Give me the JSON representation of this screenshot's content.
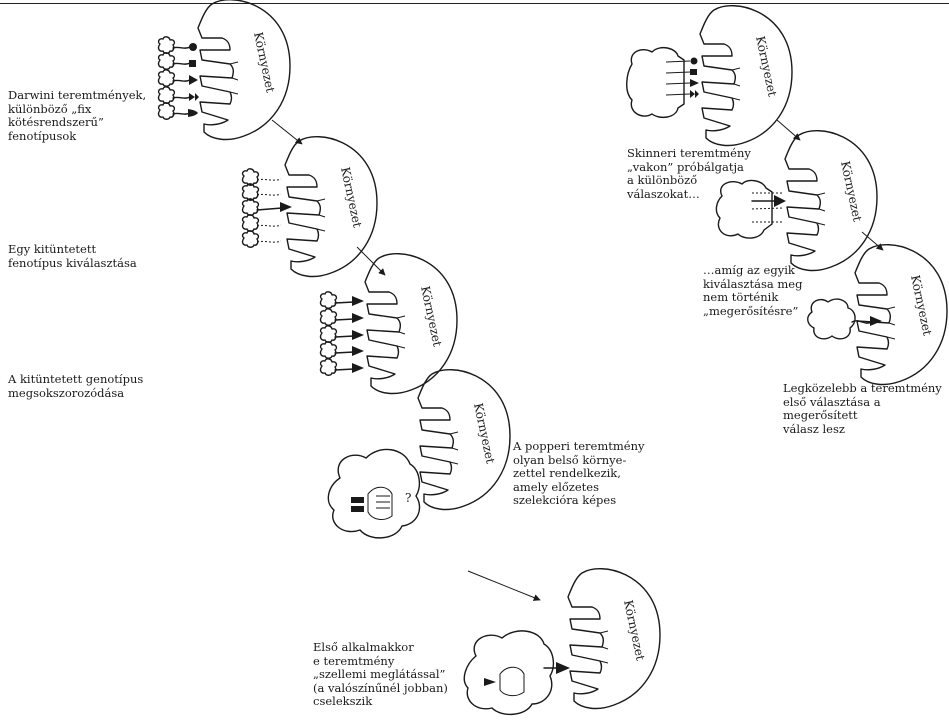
{
  "environment_label": "Környezet",
  "question_mark": "?",
  "labels": {
    "darwin": "Darwini teremtmények,\nkülönböző „fix\nkötésrendszerű”\nfenotípusok",
    "selection": "Egy kitüntetett\nfenotípus kiválasztása",
    "multiplication": "A kitüntetett genotípus\nmegsokszorozódása",
    "skinner": "Skinneri teremtmény\n„vakon” próbálgatja\na különböző\nválaszokat…",
    "reinforce": "…amíg az egyik\nkiválasztása meg\nnem történik\n„megerősítésre”",
    "likely": "Legközelebb a teremtmény\nelső választása a megerősített\nválasz lesz",
    "popper": "A popperi teremtmény\nolyan belső környe-\nzettel rendelkezik,\namely előzetes\nszelekcióra képes",
    "first": "Első alkalmakkor\ne teremtmény\n„szellemi meglátással”\n(a valószínűnél jobban)\ncselekszik"
  }
}
